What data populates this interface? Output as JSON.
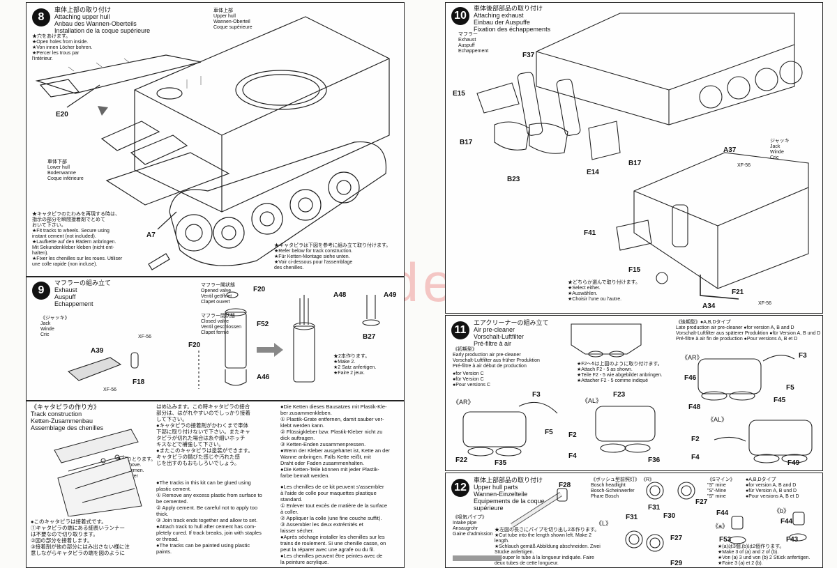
{
  "watermark": "www.modelartik.cz",
  "step8": {
    "num": "8",
    "title": "車体上部の取り付け\nAttaching upper hull\nAnbau des Wannen-Oberteils\nInstallation de la coque supérieure",
    "upper_hull": "車体上部\nUpper hull\nWannen-Oberteil\nCoque supérieure",
    "holes": "★穴をあけます。\n★Open holes from inside.\n★Von innen Löcher bohren.\n★Percer les trous par\n  l'intérieur.",
    "lower_hull": "車体下部\nLower hull\nBodenwanne\nCoque inférieure",
    "fit_tracks": "★キャタピラのたわみを再現する時は、\n指示の部分を瞬間接着剤でとめて\nおいて下さい。\n★Fit tracks to wheels. Secure using\ninstant cement (not included).\n★Laufkette auf den Rädern anbringen.\nMit Sekundenkleber kleben (nicht ent-\nhalten).\n★Fixer les chenilles sur les roues. Utiliser\nune colle rapide (non incluse).",
    "refer_below": "★キャタピラは下図を参考に組み立て取り付けます。\n★Refer below for track construction.\n★Für Ketten-Montage siehe unten.\n★Voir ci-dessous pour l'assemblage\ndes chenilles.",
    "e20": "E20",
    "a7": "A7"
  },
  "step9": {
    "num": "9",
    "title": "マフラーの組み立て\nExhaust\nAuspuff\nEchappement",
    "jack": "《ジャッキ》\nJack\nWinde\nCric",
    "opened_valve": "マフラー開状態\nOpened valve\nVentil geöffnet\nClapet ouvert",
    "closed_valve": "マフラー閉状態\nClosed valve\nVentil geschlossen\nClapet fermé",
    "make2": "★2本作ります。\n★Make 2.\n★2 Satz anfertigen.\n★Faire 2 jeux.",
    "f20a": "F20",
    "f20b": "F20",
    "f52": "F52",
    "a46": "A46",
    "a48": "A48",
    "a49": "A49",
    "b27": "B27",
    "a39": "A39",
    "f18": "F18",
    "xf56a": "XF-56",
    "xf56b": "XF-56"
  },
  "tracks": {
    "title": "《キャタピラの作り方》\nTrack construction\nKetten-Zusammenbau\nAssemblage des chenilles",
    "cut_off": "★切りとります。\n★Remove.\n★Entfernen.\n★Enlever",
    "jp_col1": "●このキャタピラは接着式です。\n①キャタピラの端にある細長いランナー\nは不要なので切り取ります。\n②図の部分を接着します。\n③接着剤が他の部分にはみ出さない様に注\n意しながらキャタピラの端を図のように",
    "jp_col2": "はめ込みます。この時キャタピラの接合\n部分は、はがれやすいのでしっかり接着\nして下さい。\n●キャタピラの接着剤がかわくまで車体\n下部に取り付けないで下さい。またキャ\nタピラが切れた場合は糸や細いホッチ\nキスなどで補強して下さい。\n●またこのキャタピラは塗装ができます。\nキャタピラの錆びた感じや汚れた感\nじを出すのもおもしろいでしょう。",
    "en_col2": "●The tracks in this kit can be glued using\nplastic cement.\n① Remove any excess plastic from surface to\nbe cemented.\n② Apply cement. Be careful not to apply too\nthick.\n③ Join track ends together and allow to set.\n●Attach track to hull after cement has com-\npletely cured. If track breaks, join with staples\nor thread.\n●The tracks can be painted using plastic\npaints.",
    "de_col3": "●Die Ketten dieses Bausatzes mit Plastik-Kle-\nber zusammenkleben.\n① Plastik-Grate entfernen, damit sauber ver-\nklebt werden kann.\n② Flüssigkleber bzw. Plastik-Kleber nicht zu\ndick auftragen.\n③ Ketten-Enden zusammenpressen.\n●Wenn der Kleber ausgehärtet ist, Kette an der\nWanne anbringen. Falls Kette reißt, mit\nDraht oder Faden zusammenhalten.\n●Die Ketten-Teile können mit jeder Plastik-\nfarbe bemalt werden.",
    "fr_col3": "●Les chenilles de ce kit peuvent s'assembler\nà l'aide de colle pour maquettes plastique\nstandard.\n① Enlever tout excès de matière de la surface\nà coller.\n② Appliquer la colle (une fine couche suffit).\n③ Assembler les deux extrémités et\nlaisser sécher.\n●Après séchage installer les chenilles sur les\ntrains de roulement. Si une chenille casse, on\npeut la réparer avec une agrafe ou du fil.\n●Les chenilles peuvent être peintes avec de\nla peinture acrylique."
  },
  "step10": {
    "num": "10",
    "title": "車体後部部品の取り付け\nAttaching exhaust\nEinbau der Auspuffe\nFixation des échappements",
    "muffler": "マフラー\nExhaust\nAuspuff\nEchappement",
    "jack": "ジャッキ\nJack\nWinde\nCric",
    "select": "★どちらか選んで取り付けます。\n★Select either.\n★Auswählen.\n★Choisir l'une ou l'autre.",
    "f37": "F37",
    "e15": "E15",
    "b17a": "B17",
    "b17b": "B17",
    "b23": "B23",
    "e14": "E14",
    "a37": "A37",
    "xf56a": "XF-56",
    "f41": "F41",
    "f15": "F15",
    "f21": "F21",
    "a34": "A34",
    "xf56b": "XF-56"
  },
  "step11": {
    "num": "11",
    "title": "エアクリーナーの組み立て\nAir pre-cleaner\nVorschalt-Luftfilter\nPré-filtre à air",
    "early": "《初期型》\nEarly production air pre-cleaner\nVorschalt-Luftfilter aus früher Produktion\nPré-filtre à air début de production",
    "early_ver": "●for Version C\n●für Version C\n●Pour versions C",
    "late": "《後期型》●A,B,Dタイプ\nLate production air pre-cleaner ●for version A, B and D\nVorschalt-Luftfilter aus späterer Produktion ●für Version A, B und D\nPré-filtre à air fin de production ●Pour versions A, B et D",
    "attach_f2": "★F2～5は上図のように取り付けます。\n★Attach F2 - 5 as shown.\n★Teile F2 - 5 wie abgebildet anbringen.\n★Attacher F2 - 5 comme indiqué",
    "ar1": "《AR》",
    "al1": "《AL》",
    "ar2": "《AR》",
    "al2": "《AL》",
    "f3a": "F3",
    "f5a": "F5",
    "f22": "F22",
    "f35": "F35",
    "f23": "F23",
    "f2a": "F2",
    "f4a": "F4",
    "f36": "F36",
    "f3b": "F3",
    "f46": "F46",
    "f5b": "F5",
    "f48": "F48",
    "f45": "F45",
    "f2b": "F2",
    "f4b": "F4",
    "f49": "F49"
  },
  "step12": {
    "num": "12",
    "title": "車体上部部品の取り付け\nUpper hull parts\nWannen-Einzelteile\nEquipements de la coque\nsupérieure",
    "intake": "《吸気パイプ》\nIntake pipe\nAnsaugrohr\nGaine d'admission",
    "cut_tube": "★左図の長さにパイプを切り出し2本作ります。\n★Cut tube into the length shown left. Make 2\nlength.\n★Schlauch gemäß Abbildung abschneiden. Zwei\nStücke anfertigen.\n★Couper le tube à la longueur indiquée. Faire\ndeux tubes de cette longueur.",
    "bosch": "《ボッシュ型前照灯》 《R》\nBosch headlight\nBosch-Scheinwerfer\nPhare Bosch",
    "smine": "《Sマイン》\n\"S\" mine\n\"S\"-Mine\n\"S\" mine",
    "smine_ver": "●A,B,Dタイプ\n●for version A, B and D\n●für Version A, B und D\n●Pour versions A, B et D",
    "make_ab": "★(a)は3個,(b)は2個作ります。\n★Make 3 of (a) and 2 of (b).\n★Von (a) 3 und von (b) 2 Stück anfertigen.\n★Faire 3 (a) et 2 (b).",
    "l": "《L》",
    "a": "《a》",
    "b": "《b》",
    "f28": "F28",
    "f31a": "F31",
    "f30": "F30",
    "f27a": "F27",
    "f31b": "F31",
    "f27b": "F27",
    "f29": "F29",
    "f44a": "F44",
    "f44b": "F44",
    "f53": "F53",
    "f43": "F43"
  }
}
